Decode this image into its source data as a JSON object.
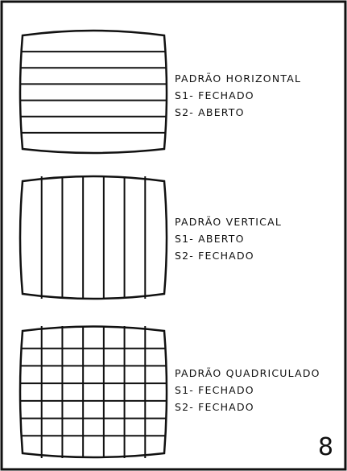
{
  "patterns": [
    {
      "id": "horizontal",
      "title": "PADRÃO HORIZONTAL",
      "s1": "S1- FECHADO",
      "s2": "S2- ABERTO",
      "horizontal_lines": 6,
      "vertical_lines": 0
    },
    {
      "id": "vertical",
      "title": "PADRÃO VERTICAL",
      "s1": "S1- ABERTO",
      "s2": "S2- FECHADO",
      "horizontal_lines": 0,
      "vertical_lines": 6
    },
    {
      "id": "grid",
      "title": "PADRÃO QUADRICULADO",
      "s1": "S1- FECHADO",
      "s2": "S2- FECHADO",
      "horizontal_lines": 6,
      "vertical_lines": 6
    }
  ],
  "page_number": "8"
}
